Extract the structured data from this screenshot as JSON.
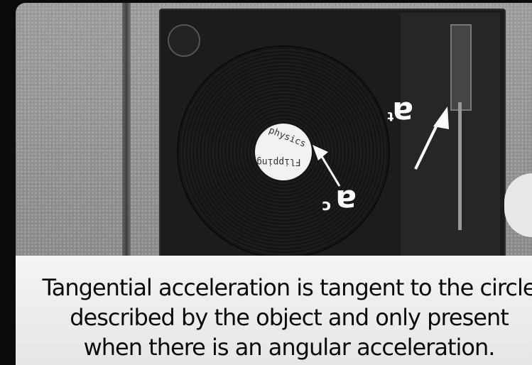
{
  "label_text": {
    "line1": "physics",
    "line2": "Flipping"
  },
  "annotations": {
    "tangential_symbol": "a",
    "tangential_subscript": "t",
    "centripetal_symbol": "a",
    "centripetal_subscript": "c"
  },
  "caption": {
    "line1": "Tangential acceleration is tangent to the circle",
    "line2": "described by the object and only present",
    "line3": "when there is an angular acceleration."
  }
}
